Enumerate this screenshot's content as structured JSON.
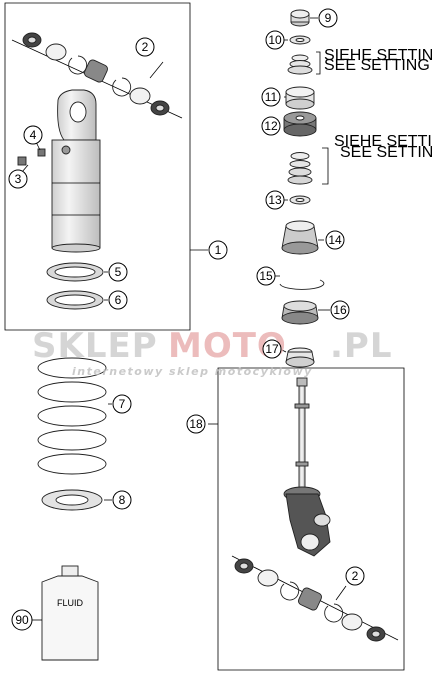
{
  "callouts": {
    "c1": "1",
    "c2a": "2",
    "c2b": "2",
    "c3": "3",
    "c4": "4",
    "c5": "5",
    "c6": "6",
    "c7": "7",
    "c8": "8",
    "c9": "9",
    "c10": "10",
    "c11": "11",
    "c12": "12",
    "c13": "13",
    "c14": "14",
    "c15": "15",
    "c16": "16",
    "c17": "17",
    "c18": "18",
    "c90": "90"
  },
  "notes": {
    "setting_de_1": "SIEHE SETTING LISTE",
    "setting_en_1": "SEE SETTING LIST",
    "setting_de_2": "SIEHE SETTING LISTE",
    "setting_en_2": "SEE SETTING LIST"
  },
  "fluid_label": "FLUID",
  "watermark": {
    "brand_a": "SKLEP",
    "brand_b": "MOTO",
    "brand_c": ".PL",
    "tagline": "internetowy sklep motocyklowy"
  },
  "colors": {
    "line": "#000000",
    "part_fill": "#e6e6e6",
    "watermark": "#c8c8c8"
  }
}
